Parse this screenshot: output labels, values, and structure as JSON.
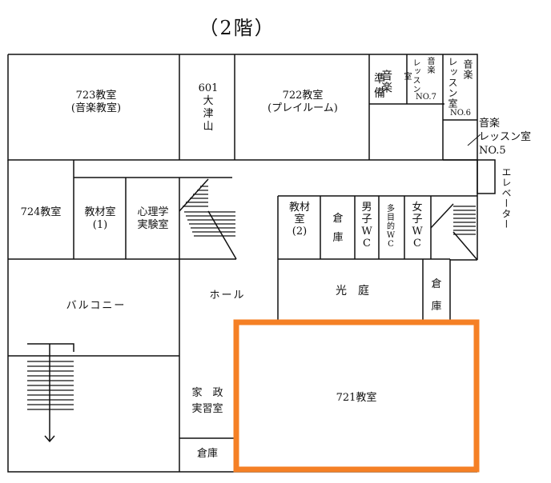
{
  "floor_title": "（2階）",
  "rooms": {
    "r723": "723教室\n(音楽教室)",
    "r601": "601\n大\n津\n山",
    "r722": "722教室\n(プレイルーム)",
    "prep_ongaku": "音",
    "prep_raku": "楽",
    "prep_jun": "準",
    "prep_bi": "備",
    "lesson7_head": "音楽",
    "lesson7_body": "レッスン室",
    "lesson7_no": "NO.7",
    "lesson6_head": "音楽",
    "lesson6_body": "レッスン室",
    "lesson6_no": "NO.6",
    "lesson5": "音楽\nレッスン室\nNO.5",
    "elevator": "エレベーター",
    "r724": "724教室",
    "kyozai1": "教材室\n(1)",
    "shinri": "心理学\n実験室",
    "kyozai2": "教材室\n(2)",
    "souko_a": "倉\n庫",
    "danshi_wc": "男子WC",
    "tamokuteki_wc": "多目的WC",
    "joshi_wc": "女子WC",
    "balcony": "バルコニー",
    "hall": "ホール",
    "kotei": "光　庭",
    "souko_b": "倉\n庫",
    "kasei": "家　政\n実習室",
    "souko_c": "倉庫",
    "r721": "721教室"
  },
  "highlight": {
    "room": "721教室",
    "color": "#f58025"
  }
}
